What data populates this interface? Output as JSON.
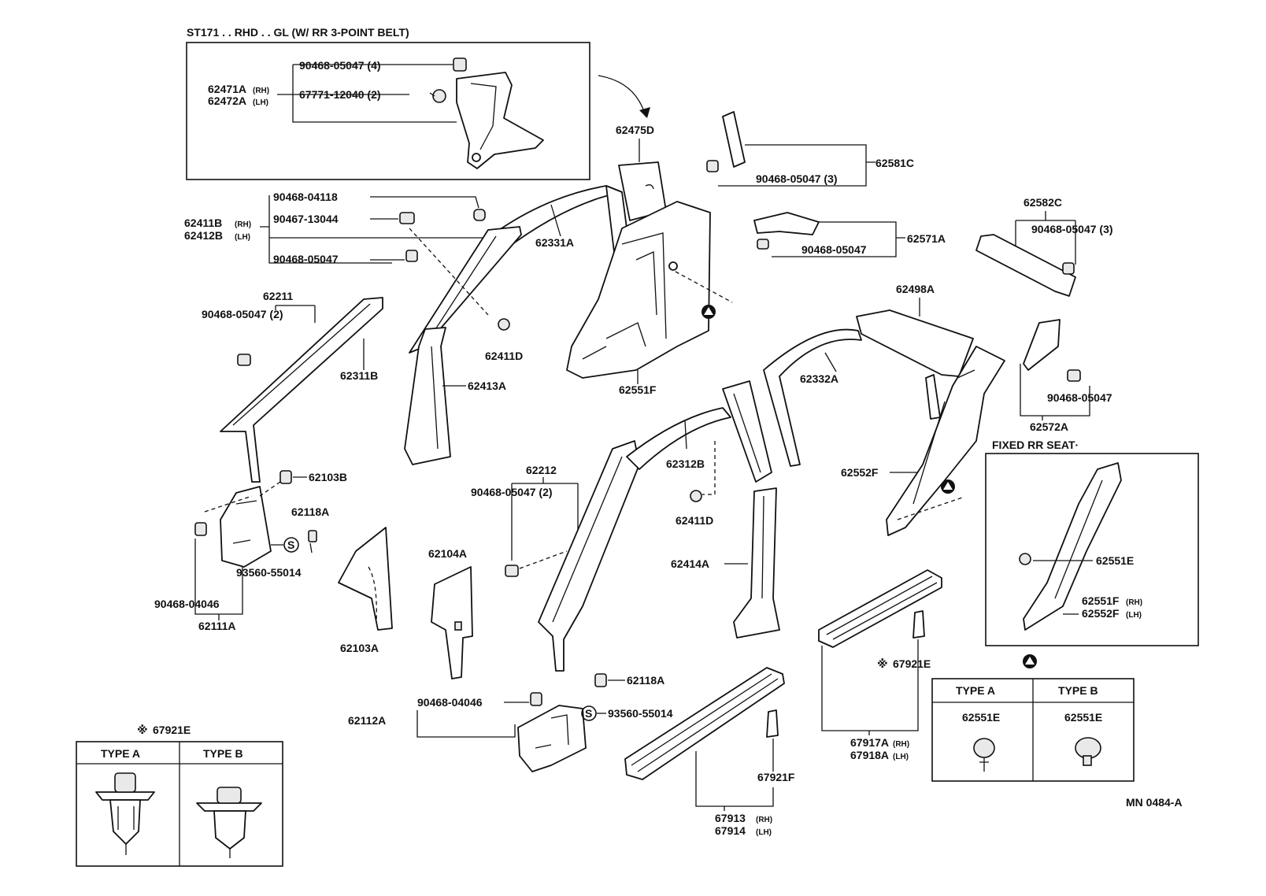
{
  "header": {
    "variant_note": "ST171 . . RHD . . GL (W/ RR 3-POINT BELT)",
    "fixed_rr_seat": "FIXED RR SEAT·"
  },
  "labels": {
    "p_90468_05047_4": "90468-05047 (4)",
    "p_62471A": "62471A",
    "p_62472A": "62472A",
    "p_67771_12040": "67771-12040 (2)",
    "p_62475D": "62475D",
    "p_62581C": "62581C",
    "p_90468_05047_3a": "90468-05047 (3)",
    "p_90468_04118": "90468-04118",
    "p_90467_13044": "90467-13044",
    "p_62411B": "62411B",
    "p_62412B": "62412B",
    "p_90468_05047_a": "90468-05047",
    "p_62331A": "62331A",
    "p_62571A": "62571A",
    "p_90468_05047_b": "90468-05047",
    "p_62582C": "62582C",
    "p_90468_05047_3b": "90468-05047 (3)",
    "p_62211": "62211",
    "p_90468_05047_2a": "90468-05047 (2)",
    "p_62311B": "62311B",
    "p_62411D_a": "62411D",
    "p_62413A": "62413A",
    "p_62551F": "62551F",
    "p_62498A": "62498A",
    "p_62332A": "62332A",
    "p_90468_05047_c": "90468-05047",
    "p_62572A": "62572A",
    "p_62103B": "62103B",
    "p_62118A_a": "62118A",
    "p_93560_55014_a": "93560-55014",
    "p_90468_04046_a": "90468-04046",
    "p_62111A": "62111A",
    "p_62212": "62212",
    "p_90468_05047_2b": "90468-05047 (2)",
    "p_62104A": "62104A",
    "p_62103A": "62103A",
    "p_62312B": "62312B",
    "p_62411D_b": "62411D",
    "p_62414A": "62414A",
    "p_62552F": "62552F",
    "p_62551E_a": "62551E",
    "p_62551F_rh": "62551F",
    "p_62552F_lh": "62552F",
    "p_67921E_a": "67921E",
    "p_62118A_b": "62118A",
    "p_90468_04046_b": "90468-04046",
    "p_62112A": "62112A",
    "p_93560_55014_b": "93560-55014",
    "p_67917A": "67917A",
    "p_67918A": "67918A",
    "p_67921F": "67921F",
    "p_67913": "67913",
    "p_67914": "67914",
    "p_67921E_b": "67921E",
    "p_62551E_b": "62551E",
    "p_62551E_c": "62551E",
    "doc_code": "MN 0484-A"
  },
  "suffix": {
    "rh": "(RH)",
    "lh": "(LH)"
  },
  "legend": {
    "type_a": "TYPE A",
    "type_b": "TYPE B",
    "type_a_2": "TYPE A",
    "type_b_2": "TYPE B",
    "symbol_s": "S",
    "asterisk": "※"
  }
}
